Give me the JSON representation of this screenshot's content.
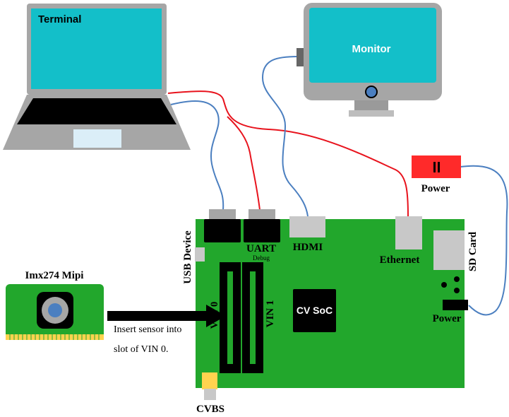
{
  "labels": {
    "terminal": "Terminal",
    "monitor": "Monitor",
    "power_supply": "Power",
    "camera": "Imx274 Mipi",
    "usb_device": "USB Device",
    "uart": "UART",
    "debug": "Debug",
    "hdmi": "HDMI",
    "ethernet": "Ethernet",
    "sd_card": "SD Card",
    "soc": "CV SoC",
    "board_power": "Power",
    "vin0": "VIN 0",
    "vin1": "VIN 1",
    "cvbs": "CVBS",
    "instruction_line1": "Insert sensor into",
    "instruction_line2": "slot of VIN 0."
  },
  "colors": {
    "screen": "#13bfc9",
    "board": "#22a72c",
    "device_gray": "#a6a6a6",
    "cable_red": "#e8131d",
    "cable_blue": "#4b7fc0",
    "power_red": "#ff2a2a",
    "cvbs_yellow": "#ffd34f"
  }
}
